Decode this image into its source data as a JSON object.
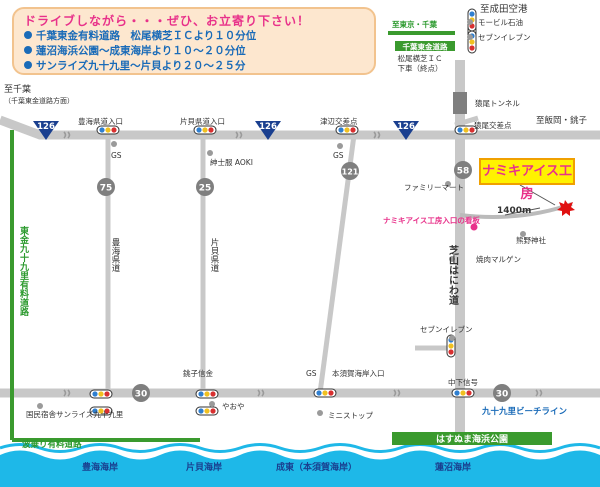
{
  "info_box": {
    "title": "ドライブしながら・・・ぜひ、お立寄り下さい！",
    "routes": [
      "千葉東金有料道路　松尾横芝ＩＣより１０分位",
      "蓮沼海浜公園～成東海岸より１０～２０分位",
      "サンライズ九十九里～片貝より２０～２５分"
    ]
  },
  "destination": {
    "shop_name": "ナミキアイス工房",
    "distance": "1400m",
    "signboard": "ナミキアイス工房入口の看板"
  },
  "directions": {
    "narita_airport": "至成田空港",
    "tokyo_chiba": "至東京・千葉",
    "chiba": "至千葉",
    "chiba_sub": "（千葉東金道路方面）",
    "iioka_choshi": "至飯岡・銚子"
  },
  "roads": {
    "toll_road_badge": "千葉東金道路",
    "toll_road_exit": "松尾横芝ＩＣ",
    "toll_road_exit_sub": "下車（終点）",
    "tunnel": "猿尾トンネル",
    "vertical_toll": "東金九十九里有料道路",
    "namiki_toll": "波乗り有料道路",
    "shibayama_hani": "芝山はにわ道",
    "toyomi_road": "豊海県道",
    "katakai_road": "片貝県道",
    "beach_line": "九十九里ビーチライン",
    "route_numbers": {
      "r126": "126",
      "r75": "75",
      "r25": "25",
      "r121": "121",
      "r58": "58",
      "r30": "30"
    }
  },
  "intersections": {
    "toyomi_entrance": "豊海県道入口",
    "katakai_entrance": "片貝県道入口",
    "tsube": "津辺交差点",
    "saruo": "猿尾交差点",
    "choshi_shukudai": "銚子信金",
    "motosuka": "本須賀海岸入口",
    "nakashita": "中下信号"
  },
  "landmarks": {
    "gs": "GS",
    "mobil": "モービル石油",
    "seven1": "セブンイレブン",
    "aoki": "紳士服 AOKI",
    "familymart": "ファミリーマート",
    "kumano": "熊野神社",
    "yakiniku": "焼肉マルゲン",
    "seven2": "セブンイレブン",
    "yaoya": "やおや",
    "ministop": "ミニストップ",
    "kokuminshukusha": "国民宿舎サンライズ九十九里",
    "park": "はすぬま海浜公園"
  },
  "coast": {
    "toyomi": "豊海海岸",
    "katakai": "片貝海岸",
    "naruto": "成東（本須賀海岸）",
    "hasunuma": "蓮沼海岸"
  },
  "colors": {
    "sea": "#1eb8e8",
    "road": "#c8c8c8",
    "toll_green": "#3a9a2e",
    "pink": "#e8318a",
    "blue": "#1a6bb8",
    "route_shield": "#1a3f8f",
    "route_circle": "#7f7f7f"
  }
}
